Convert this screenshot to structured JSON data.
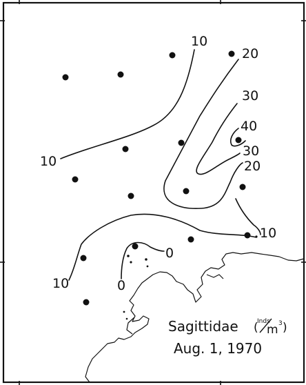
{
  "map": {
    "contour_labels": [
      {
        "value": "10",
        "id": "contour-label-10-top"
      },
      {
        "value": "20",
        "id": "contour-label-20-top"
      },
      {
        "value": "30",
        "id": "contour-label-30-top"
      },
      {
        "value": "40",
        "id": "contour-label-40"
      },
      {
        "value": "30",
        "id": "contour-label-30-inner"
      },
      {
        "value": "20",
        "id": "contour-label-20-right"
      },
      {
        "value": "10",
        "id": "contour-label-10-left"
      },
      {
        "value": "10",
        "id": "contour-label-10-right"
      },
      {
        "value": "0",
        "id": "contour-label-0-right"
      },
      {
        "value": "10",
        "id": "contour-label-10-bottom"
      },
      {
        "value": "0",
        "id": "contour-label-0-bottom"
      }
    ],
    "legend": {
      "taxon": "Sagittidae",
      "unit_numerator": "Inds",
      "unit_denominator": "m",
      "unit_exponent": "3",
      "date": "Aug. 1, 1970"
    }
  },
  "colors": {
    "ink": "#111111",
    "paper": "#ffffff"
  }
}
